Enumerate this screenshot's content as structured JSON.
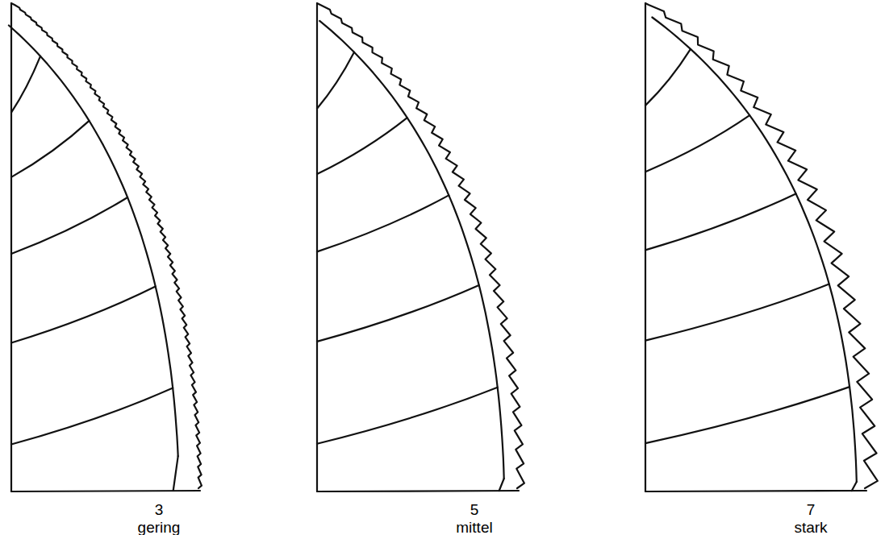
{
  "diagram": {
    "labels": [
      "3",
      "gering",
      "5",
      "mittel",
      "7",
      "stark"
    ]
  }
}
